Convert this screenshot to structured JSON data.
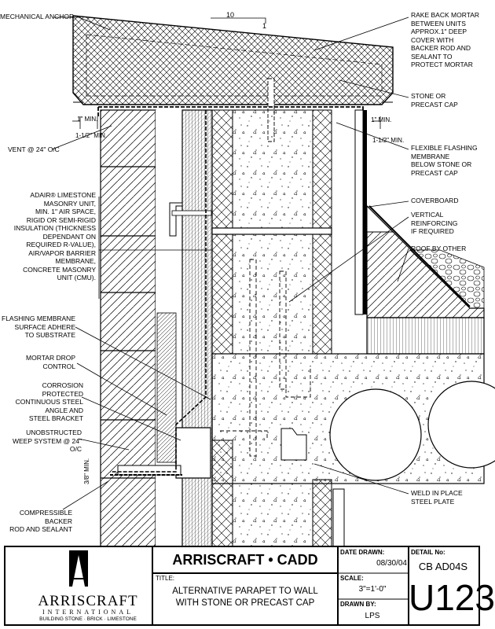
{
  "detail": {
    "dimension_top": "10",
    "dimension_top_small": "1",
    "min_1in_left": "1\" MIN.",
    "min_1_5_left": "1-1/2\" MIN.",
    "min_1in_right": "1\" MIN.",
    "min_1_5_right": "1-1/2\" MIN.",
    "min_3_8": "3/8\" MIN."
  },
  "labels_left": {
    "mechanical_anchor": "MECHANICAL ANCHOR",
    "vent": "VENT @ 24\" O/C",
    "adair": "ADAIR® LIMESTONE\nMASONRY UNIT,\nMIN. 1\" AIR SPACE,\nRIGID OR SEMI-RIGID\nINSULATION (THICKNESS\nDEPENDANT ON\nREQUIRED R-VALUE),\nAIR/VAPOR BARRIER\nMEMBRANE,\nCONCRETE MASONRY\nUNIT (CMU).",
    "flashing_membrane": "FLASHING MEMBRANE\nSURFACE ADHERE\nTO SUBSTRATE",
    "mortar_drop": "MORTAR DROP\nCONTROL",
    "corrosion": "CORROSION PROTECTED\nCONTINUOUS STEEL\nANGLE AND\nSTEEL BRACKET",
    "weep": "UNOBSTRUCTED\nWEEP SYSTEM @ 24\" O/C",
    "backer": "COMPRESSIBLE BACKER\nROD AND SEALANT"
  },
  "labels_right": {
    "rake_back": "RAKE BACK MORTAR\nBETWEEN UNITS\nAPPROX.1\" DEEP\nCOVER WITH\nBACKER ROD AND\nSEALANT TO\nPROTECT MORTAR",
    "stone_cap": "STONE OR\nPRECAST CAP",
    "flexible_flashing": "FLEXIBLE FLASHING\nMEMBRANE\nBELOW STONE OR\nPRECAST CAP",
    "coverboard": "COVERBOARD",
    "vertical_reinforcing": "VERTICAL\nREINFORCING\nIF REQUIRED",
    "roof_by_other": "ROOF BY OTHER",
    "weld_plate": "WELD IN PLACE\nSTEEL PLATE"
  },
  "title_block": {
    "company": "ARRISCRAFT • CADD",
    "logo_name": "ARRISCRAFT",
    "logo_sub": "INTERNATIONAL",
    "logo_tagline": "BUILDING STONE · BRICK · LIMESTONE",
    "title_label": "TITLE:",
    "title_text": "ALTERNATIVE PARAPET TO WALL\nWITH STONE OR PRECAST CAP",
    "date_label": "DATE DRAWN:",
    "date_value": "08/30/04",
    "scale_label": "SCALE:",
    "scale_value": "3\"=1'-0\"",
    "drawn_label": "DRAWN BY:",
    "drawn_value": "LPS",
    "detail_label": "DETAIL No:",
    "detail_code": "CB AD04S",
    "detail_number": "U123"
  },
  "colors": {
    "ink": "#000000",
    "paper": "#ffffff"
  }
}
